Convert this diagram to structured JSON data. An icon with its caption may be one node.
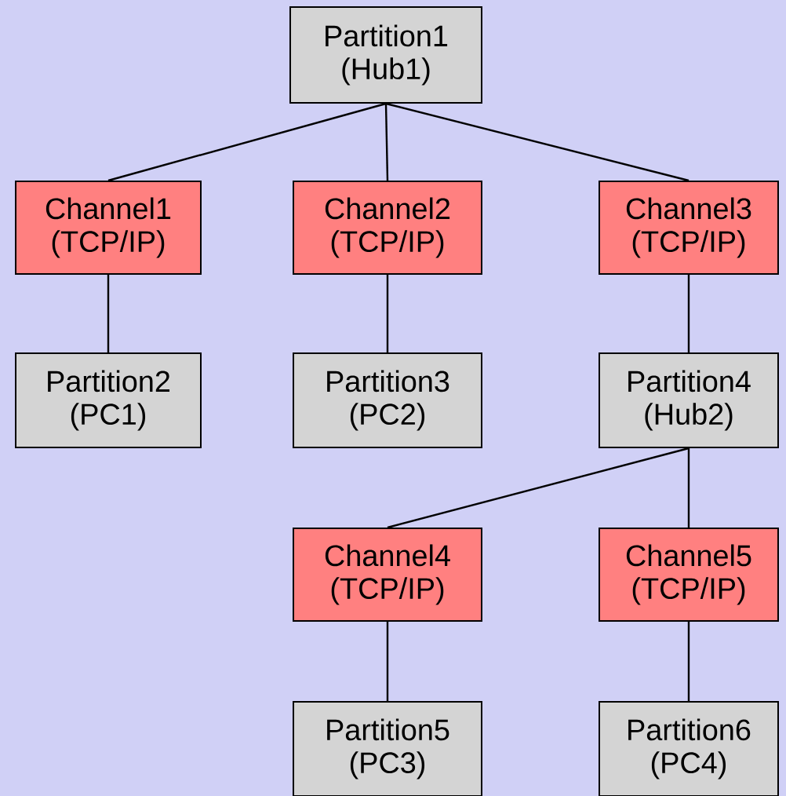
{
  "diagram": {
    "nodes": [
      {
        "text": [
          "Partition1 (Hub1)"
        ]
      },
      {
        "text": [
          "Channel1 (TCP/IP)"
        ]
      },
      {
        "text": [
          "Channel2 (TCP/IP)"
        ]
      },
      {
        "text": [
          "Channel3 (TCP/IP)"
        ]
      },
      {
        "text": [
          "Partition2 (PC1)"
        ]
      },
      {
        "text": [
          "Partition3 (PC2)"
        ]
      },
      {
        "text": [
          "Partition4 (Hub2)"
        ]
      },
      {
        "text": [
          "Channel4 (TCP/IP)"
        ]
      },
      {
        "text": [
          "Channel5 (TCP/IP)"
        ]
      },
      {
        "text": [
          "Partition5 (PC3)"
        ]
      },
      {
        "text": [
          "Partition6 (PC4)"
        ]
      }
    ],
    "edges": [
      {
        "from": 0,
        "to": 1,
        "arrow": "none"
      },
      {
        "from": 0,
        "to": 2,
        "arrow": "none"
      },
      {
        "from": 0,
        "to": 3,
        "arrow": "none"
      },
      {
        "from": 1,
        "to": 4,
        "arrow": "none"
      },
      {
        "from": 2,
        "to": 5,
        "arrow": "none"
      },
      {
        "from": 3,
        "to": 6,
        "arrow": "none"
      },
      {
        "from": 6,
        "to": 7,
        "arrow": "none"
      },
      {
        "from": 6,
        "to": 8,
        "arrow": "none"
      },
      {
        "from": 7,
        "to": 9,
        "arrow": "none"
      },
      {
        "from": 8,
        "to": 10,
        "arrow": "none"
      }
    ]
  }
}
